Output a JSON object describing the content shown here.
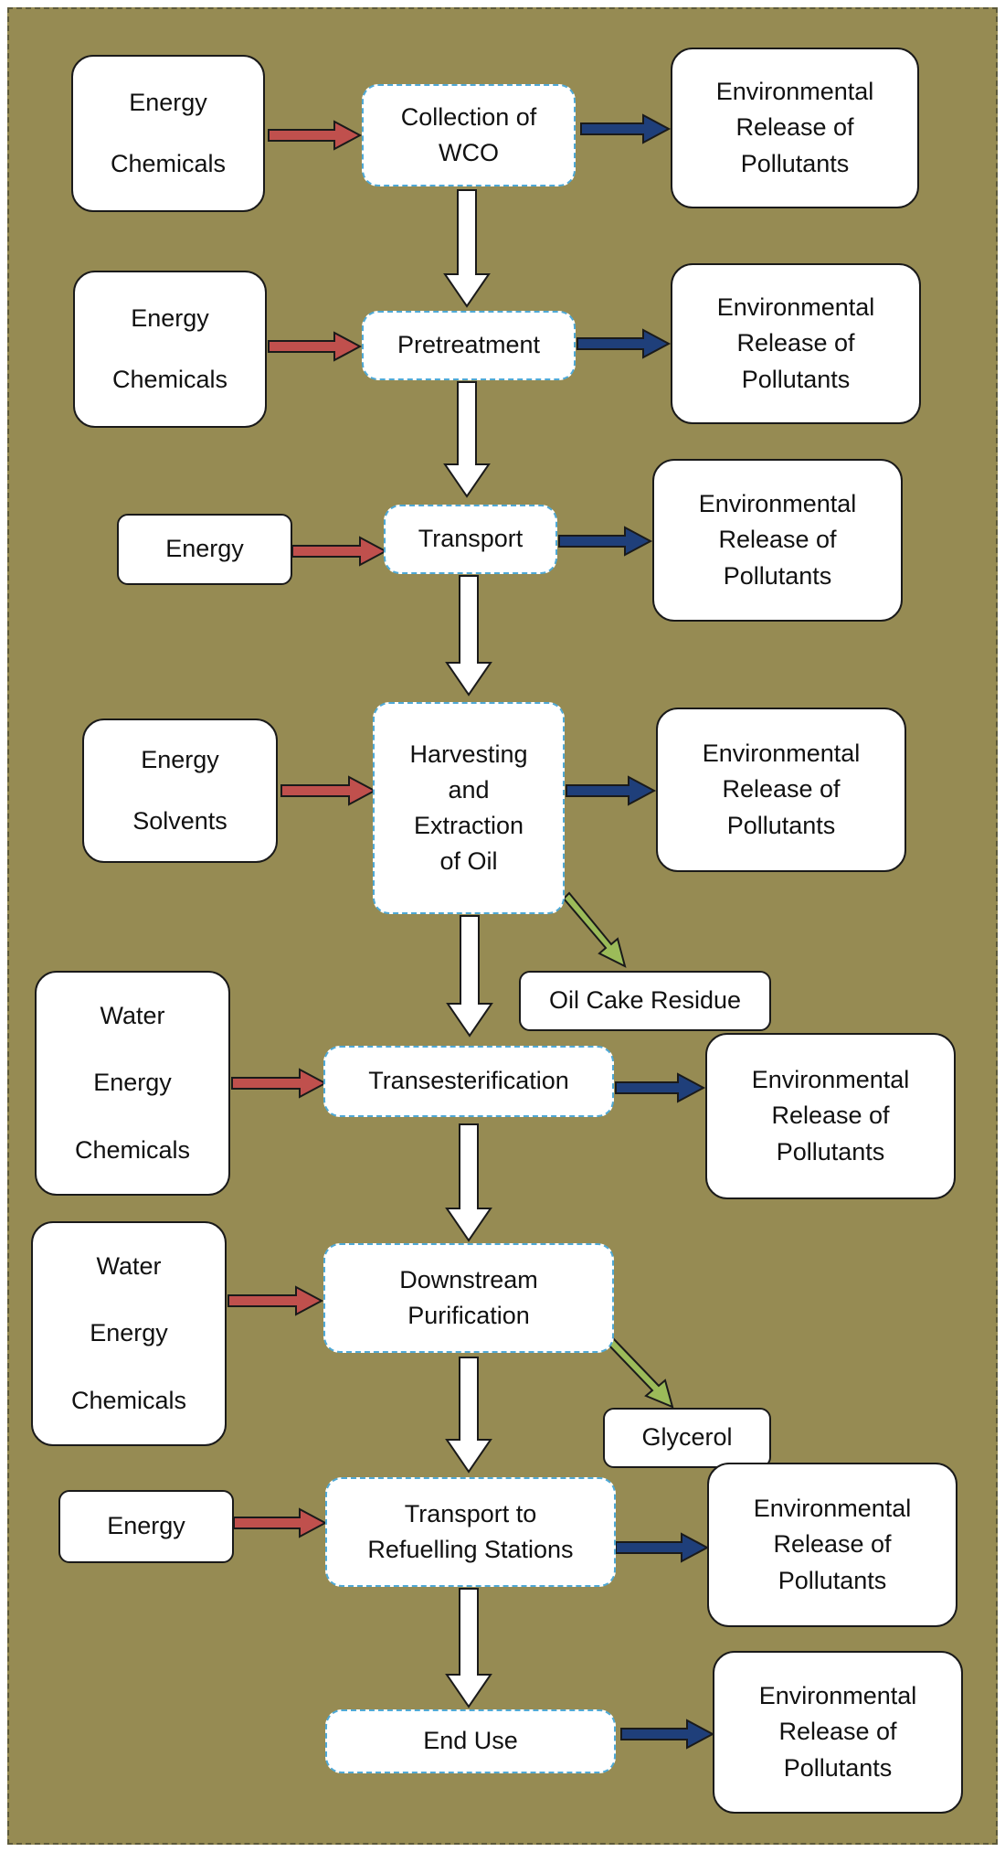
{
  "colors": {
    "background": "#968b53",
    "input_arrow": "#c0504d",
    "output_arrow": "#1f3f7a",
    "byproduct_arrow": "#9bbb59",
    "flow_arrow": "#ffffff",
    "process_border": "#4fa9d6"
  },
  "stages": [
    {
      "process": [
        "Collection of",
        "WCO"
      ],
      "inputs": [
        "Energy",
        "Chemicals"
      ],
      "output": [
        "Environmental",
        "Release of",
        "Pollutants"
      ]
    },
    {
      "process": [
        "Pretreatment"
      ],
      "inputs": [
        "Energy",
        "Chemicals"
      ],
      "output": [
        "Environmental",
        "Release of",
        "Pollutants"
      ]
    },
    {
      "process": [
        "Transport"
      ],
      "inputs": [
        "Energy"
      ],
      "output": [
        "Environmental",
        "Release of",
        "Pollutants"
      ]
    },
    {
      "process": [
        "Harvesting",
        "and",
        "Extraction",
        "of Oil"
      ],
      "inputs": [
        "Energy",
        "Solvents"
      ],
      "output": [
        "Environmental",
        "Release of",
        "Pollutants"
      ],
      "byproduct": "Oil Cake Residue"
    },
    {
      "process": [
        "Transesterification"
      ],
      "inputs": [
        "Water",
        "Energy",
        "Chemicals"
      ],
      "output": [
        "Environmental",
        "Release of",
        "Pollutants"
      ]
    },
    {
      "process": [
        "Downstream",
        "Purification"
      ],
      "inputs": [
        "Water",
        "Energy",
        "Chemicals"
      ],
      "byproduct": "Glycerol"
    },
    {
      "process": [
        "Transport to",
        "Refuelling Stations"
      ],
      "inputs": [
        "Energy"
      ],
      "output": [
        "Environmental",
        "Release of",
        "Pollutants"
      ]
    },
    {
      "process": [
        "End Use"
      ],
      "output": [
        "Environmental",
        "Release of",
        "Pollutants"
      ]
    }
  ]
}
